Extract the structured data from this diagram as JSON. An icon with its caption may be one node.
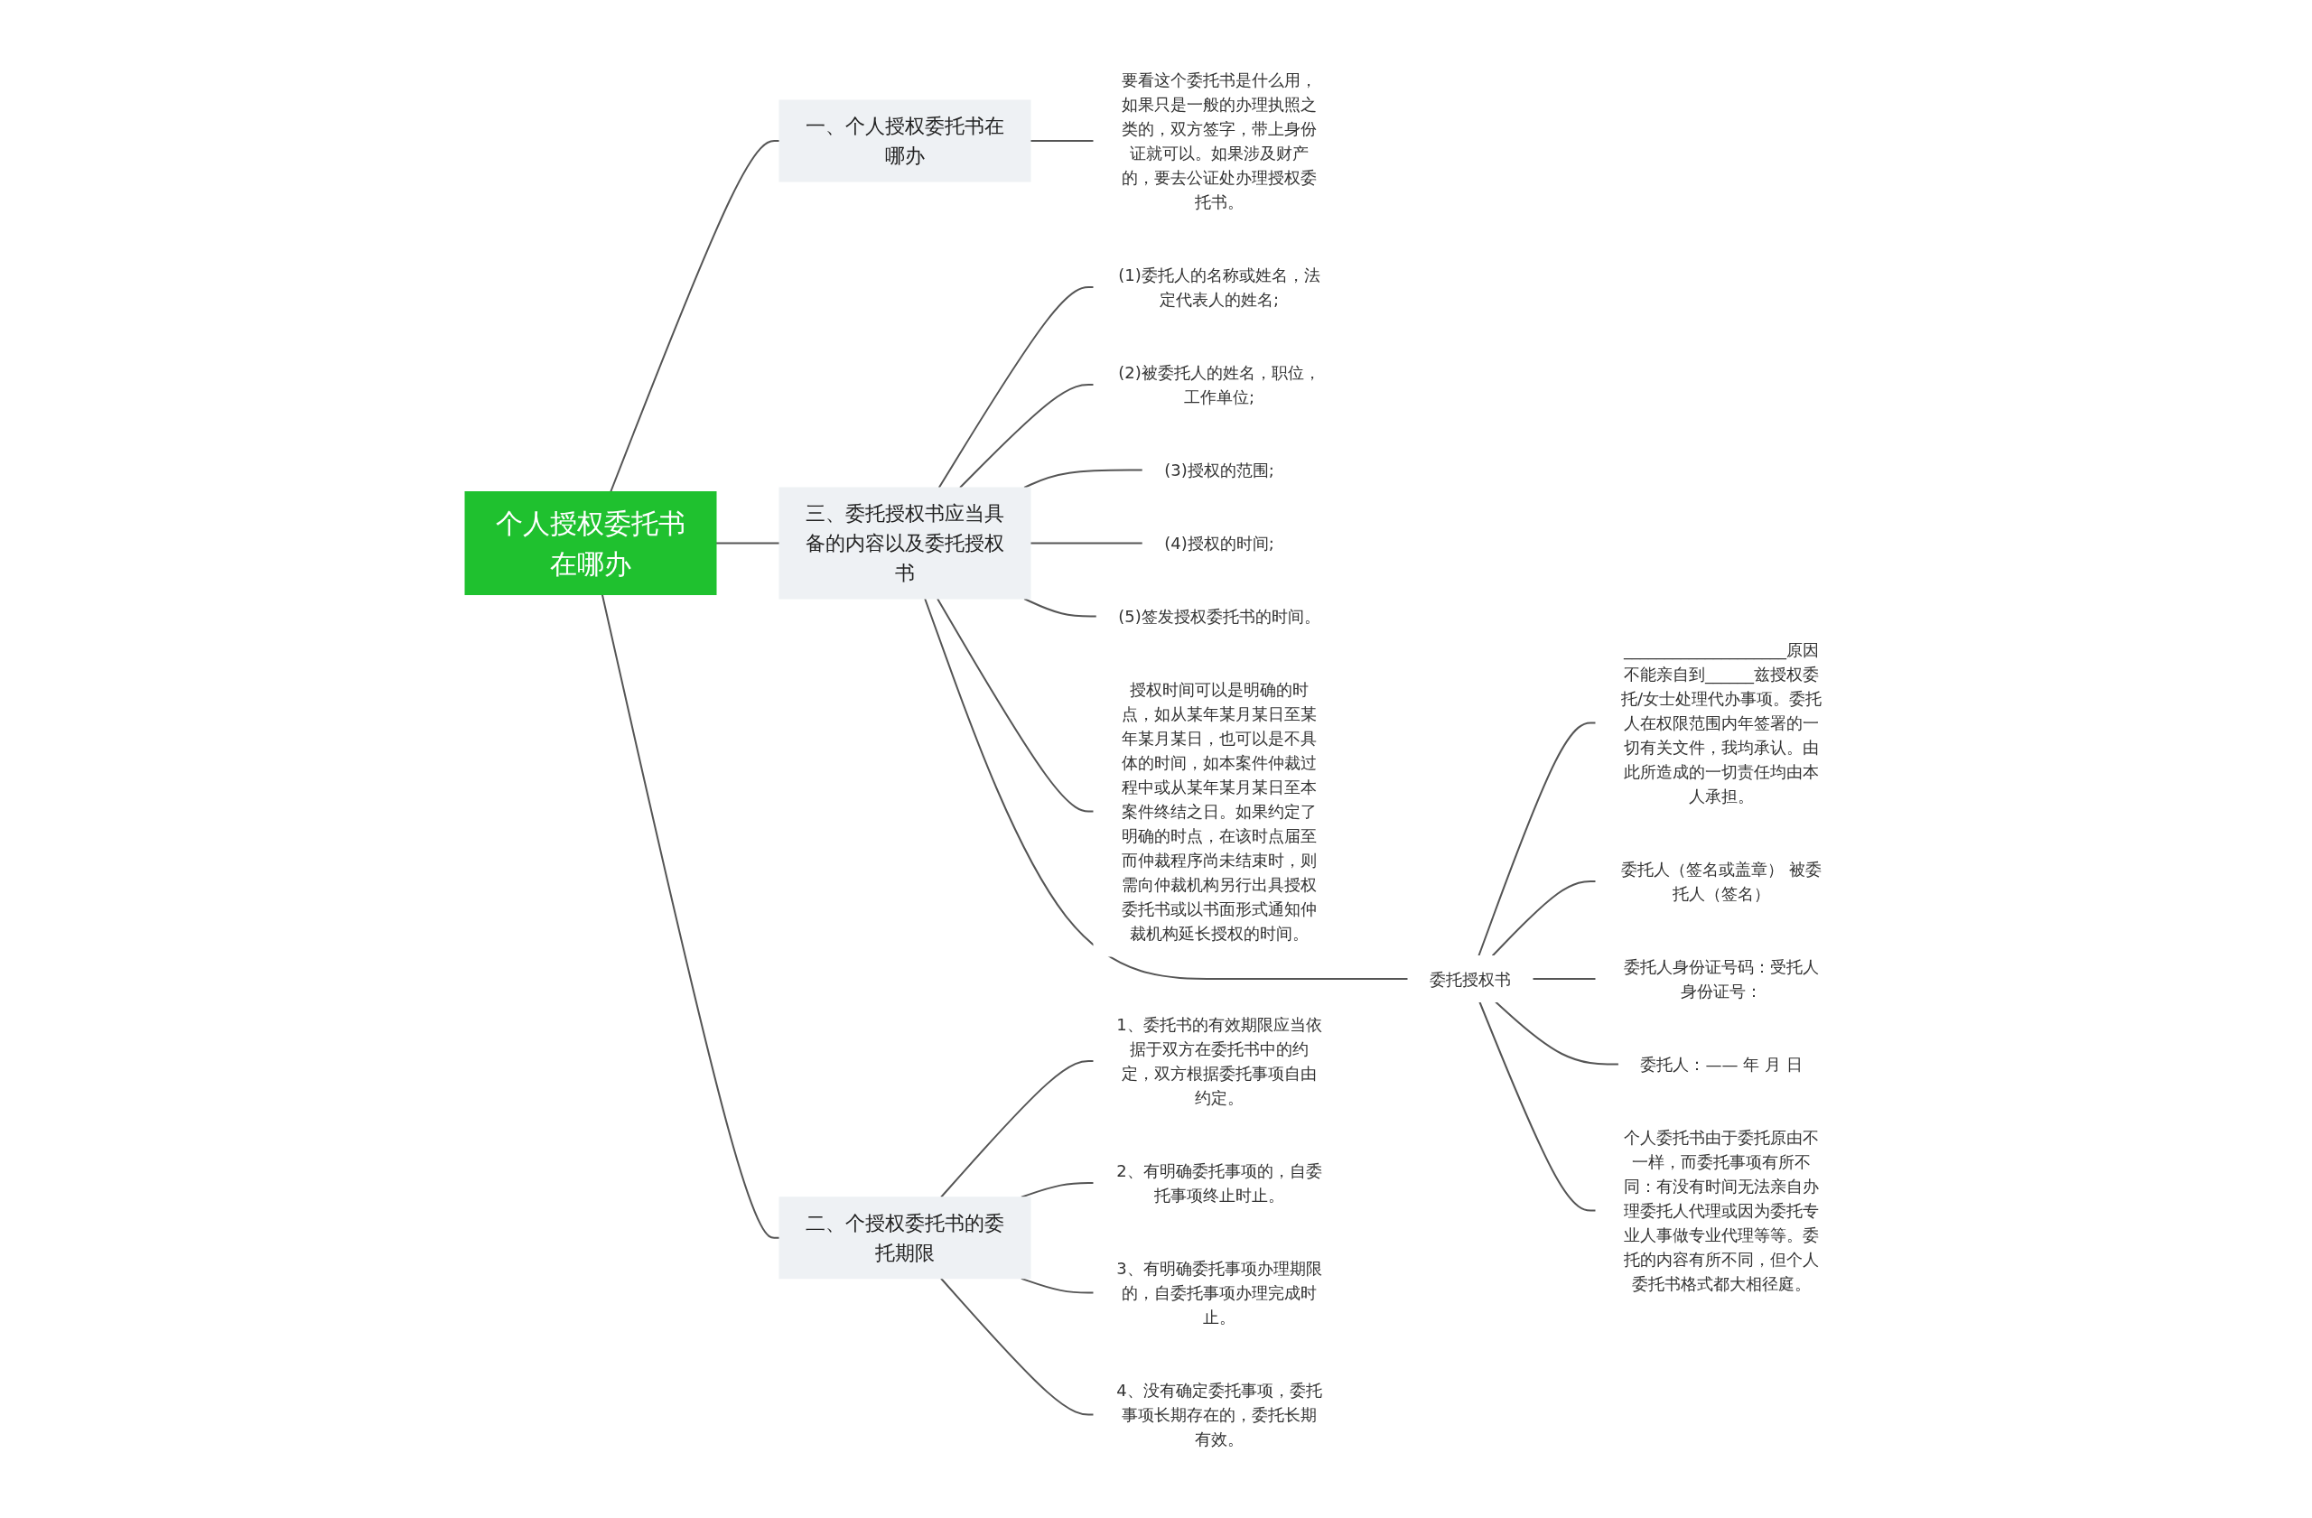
{
  "diagram": {
    "nodes": [
      {
        "text": [
          "个人授权委托书在哪办"
        ]
      },
      {
        "text": [
          "一、个人授权委托书在哪办"
        ]
      },
      {
        "text": [
          "要看这个委托书是什么用，如果只是一般的办理执照之类的，双方签字，带上身份证就可以。如果涉及财产的，要去公证处办理授权委托书。"
        ]
      },
      {
        "text": [
          "三、委托授权书应当具备的内容以及委托授权书"
        ]
      },
      {
        "text": [
          "(1)委托人的名称或姓名，法定代表人的姓名;"
        ]
      },
      {
        "text": [
          "(2)被委托人的姓名，职位，工作单位;"
        ]
      },
      {
        "text": [
          "(3)授权的范围;"
        ]
      },
      {
        "text": [
          "(4)授权的时间;"
        ]
      },
      {
        "text": [
          "(5)签发授权委托书的时间。"
        ]
      },
      {
        "text": [
          "授权时间可以是明确的时点，如从某年某月某日至某年某月某日，也可以是不具体的时间，如本案件仲裁过程中或从某年某月某日至本案件终结之日。如果约定了明确的时点，在该时点届至而仲裁程序尚未结束时，则需向仲裁机构另行出具授权委托书或以书面形式通知仲裁机构延长授权的时间。"
        ]
      },
      {
        "text": [
          "委托授权书"
        ]
      },
      {
        "text": [
          "____________________原因不能亲自到______兹授权委托/女士处理代办事项。委托人在权限范围内年签署的一切有关文件，我均承认。由此所造成的一切责任均由本人承担。"
        ]
      },
      {
        "text": [
          "委托人（签名或盖章） 被委托人（签名）"
        ]
      },
      {
        "text": [
          "委托人身份证号码：受托人身份证号："
        ]
      },
      {
        "text": [
          "委托人：—— 年 月 日"
        ]
      },
      {
        "text": [
          "个人委托书由于委托原由不一样，而委托事项有所不同：有没有时间无法亲自办理委托人代理或因为委托专业人事做专业代理等等。委托的内容有所不同，但个人委托书格式都大相径庭。"
        ]
      },
      {
        "text": [
          "二、个授权委托书的委托期限"
        ]
      },
      {
        "text": [
          "1、委托书的有效期限应当依据于双方在委托书中的约定，双方根据委托事项自由约定。"
        ]
      },
      {
        "text": [
          "2、有明确委托事项的，自委托事项终止时止。"
        ]
      },
      {
        "text": [
          "3、有明确委托事项办理期限的，自委托事项办理完成时止。"
        ]
      },
      {
        "text": [
          "4、没有确定委托事项，委托事项长期存在的，委托长期有效。"
        ]
      }
    ],
    "edges": [
      {
        "from": 0,
        "to": 1,
        "arrow": "none"
      },
      {
        "from": 1,
        "to": 2,
        "arrow": "none"
      },
      {
        "from": 0,
        "to": 3,
        "arrow": "none"
      },
      {
        "from": 3,
        "to": 4,
        "arrow": "none"
      },
      {
        "from": 3,
        "to": 5,
        "arrow": "none"
      },
      {
        "from": 3,
        "to": 6,
        "arrow": "none"
      },
      {
        "from": 3,
        "to": 7,
        "arrow": "none"
      },
      {
        "from": 3,
        "to": 8,
        "arrow": "none"
      },
      {
        "from": 3,
        "to": 9,
        "arrow": "none"
      },
      {
        "from": 3,
        "to": 10,
        "arrow": "none"
      },
      {
        "from": 10,
        "to": 11,
        "arrow": "none"
      },
      {
        "from": 10,
        "to": 12,
        "arrow": "none"
      },
      {
        "from": 10,
        "to": 13,
        "arrow": "none"
      },
      {
        "from": 10,
        "to": 14,
        "arrow": "none"
      },
      {
        "from": 10,
        "to": 15,
        "arrow": "none"
      },
      {
        "from": 0,
        "to": 16,
        "arrow": "none"
      },
      {
        "from": 16,
        "to": 17,
        "arrow": "none"
      },
      {
        "from": 16,
        "to": 18,
        "arrow": "none"
      },
      {
        "from": 16,
        "to": 19,
        "arrow": "none"
      },
      {
        "from": 16,
        "to": 20,
        "arrow": "none"
      }
    ]
  }
}
